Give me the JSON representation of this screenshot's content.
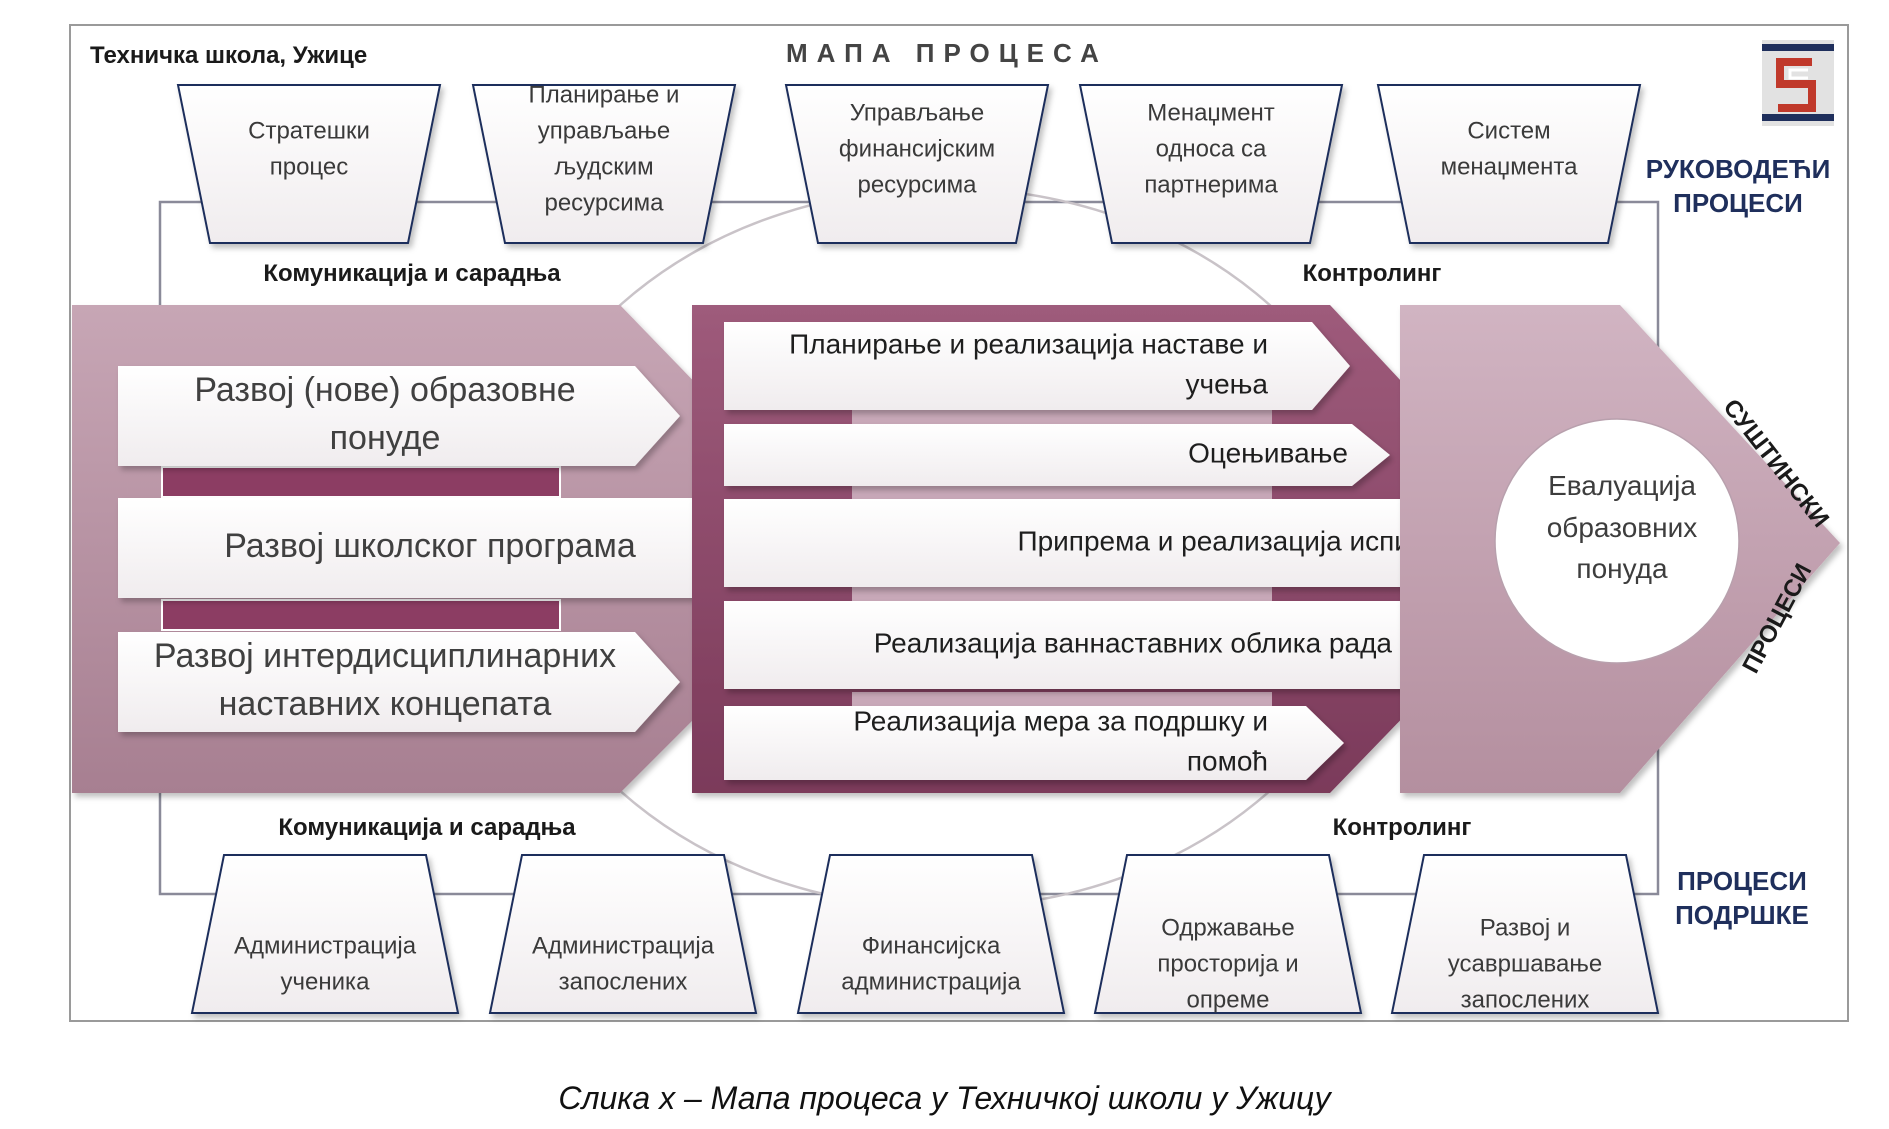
{
  "header": {
    "school": "Техничка школа, Ужице",
    "title": "МАПА ПРОЦЕСА"
  },
  "logo_icon": "school-logo-icon",
  "management": {
    "label_lines": [
      "РУКОВОДЕЋИ",
      "ПРОЦЕСИ"
    ],
    "items": [
      {
        "lines": [
          "Стратешки",
          "процес"
        ]
      },
      {
        "lines": [
          "Планирање и",
          "управљање",
          "људским",
          "ресурсима"
        ]
      },
      {
        "lines": [
          "Управљање",
          "финансијским",
          "ресурсима"
        ]
      },
      {
        "lines": [
          "Менаџмент",
          "односа са",
          "партнерима"
        ]
      },
      {
        "lines": [
          "Систем",
          "менаџмента"
        ]
      }
    ]
  },
  "connectors": {
    "communication_top": "Комуникација и сарадња",
    "controlling_top": "Контролинг",
    "communication_bottom": "Комуникација и сарадња",
    "controlling_bottom": "Контролинг"
  },
  "development": {
    "items": [
      {
        "lines": [
          "Развој (нове) образовне",
          "понуде"
        ]
      },
      {
        "lines": [
          "Развој школског програма"
        ]
      },
      {
        "lines": [
          "Развој интердисциплинарних",
          "наставних концепата"
        ]
      }
    ]
  },
  "realization": {
    "items": [
      {
        "lines": [
          "Планирање и реализација наставе и",
          "учења"
        ]
      },
      {
        "lines": [
          "Оцењивање"
        ]
      },
      {
        "lines": [
          "Припрема и реализација испита"
        ]
      },
      {
        "lines": [
          "Реализација ваннаставних облика рада"
        ]
      },
      {
        "lines": [
          "Реализација мера за подршку и",
          "помоћ"
        ]
      }
    ]
  },
  "evaluation": {
    "lines": [
      "Евалуација",
      "образовних",
      "понуда"
    ]
  },
  "core": {
    "label_parts": [
      "СУШТИНСКИ",
      "ПРОЦЕСИ"
    ]
  },
  "support": {
    "label_lines": [
      "ПРОЦЕСИ",
      "ПОДРШКЕ"
    ],
    "items": [
      {
        "lines": [
          "Администрација",
          "ученика"
        ]
      },
      {
        "lines": [
          "Администрација",
          "запослених"
        ]
      },
      {
        "lines": [
          "Финансијска",
          "администрација"
        ]
      },
      {
        "lines": [
          "Одржавање",
          "просторија и",
          "опреме"
        ]
      },
      {
        "lines": [
          "Развој и",
          "усавршавање",
          "запослених"
        ]
      }
    ]
  },
  "caption": "Слика x – Мапа процеса у Техничкој школи у Ужицу",
  "colors": {
    "outer_chevron": "#b08a9a",
    "inner_chevron": "#8e4d6b",
    "dark_band": "#8c3d63",
    "eval_block": "#c4a3b2",
    "label_blue": "#1f2f5c",
    "panel_border": "#9a9a9a"
  }
}
